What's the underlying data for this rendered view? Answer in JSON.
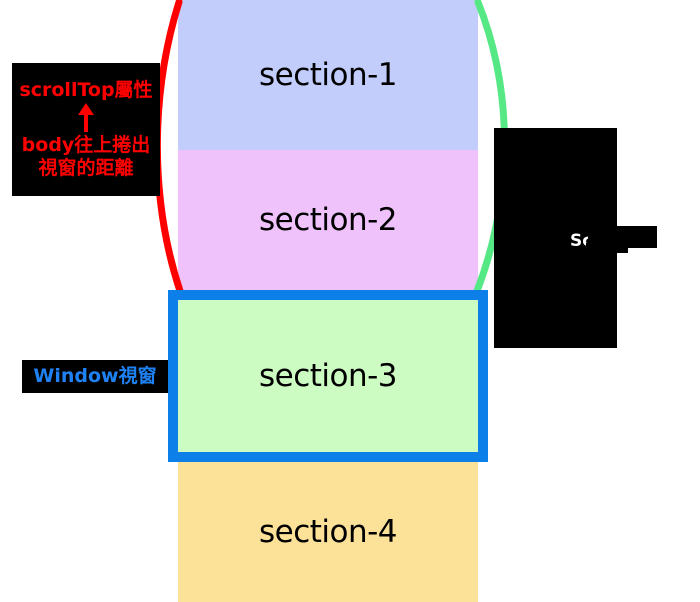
{
  "diagram": {
    "title_concept": "scrollTop",
    "sections": [
      {
        "id": "sec1",
        "label": "section-1",
        "color": "#c2cdfc"
      },
      {
        "id": "sec2",
        "label": "section-2",
        "color": "#efc2fc"
      },
      {
        "id": "sec3",
        "label": "section-3",
        "color": "#ccfcc2"
      },
      {
        "id": "sec4",
        "label": "section-4",
        "color": "#fce199"
      }
    ],
    "annotations": {
      "scrolltop": {
        "heading": "scrollTop屬性",
        "arrow": "up-arrow",
        "line1": "body往上捲出",
        "line2": "視窗的距離",
        "text_color": "#ff0000",
        "plate_color": "#000000"
      },
      "window": {
        "label": "Window視窗",
        "text_color": "#1e82f5",
        "plate_color": "#000000"
      },
      "right": {
        "label": "Sc",
        "text_color": "#ffffff",
        "plate_color": "#000000"
      }
    },
    "arcs": {
      "left": {
        "name": "scrolled-out-extent-arc",
        "color": "#ff0000"
      },
      "right": {
        "name": "document-extent-arc",
        "color": "#57e886"
      }
    },
    "viewport_frame": {
      "name": "window-viewport-frame",
      "color": "#0d7fe8",
      "wraps": "section-3"
    }
  }
}
